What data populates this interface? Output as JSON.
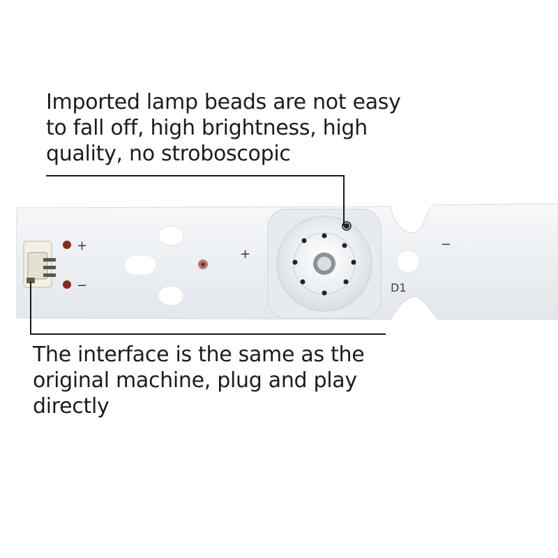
{
  "captions": {
    "top": {
      "lines": [
        "Imported lamp beads are not easy",
        "to fall off, high brightness, high",
        "quality, no stroboscopic"
      ]
    },
    "bottom": {
      "lines": [
        "The interface is the same as the",
        "original machine, plug and play",
        "directly"
      ]
    }
  },
  "pcb_marks": {
    "plus": "+",
    "minus": "−",
    "designator": "D1"
  },
  "colors": {
    "board": "#eef1f4",
    "callout_line": "#1a1a1a",
    "text": "#1c1c1c",
    "pad": "#8a2a1a"
  }
}
